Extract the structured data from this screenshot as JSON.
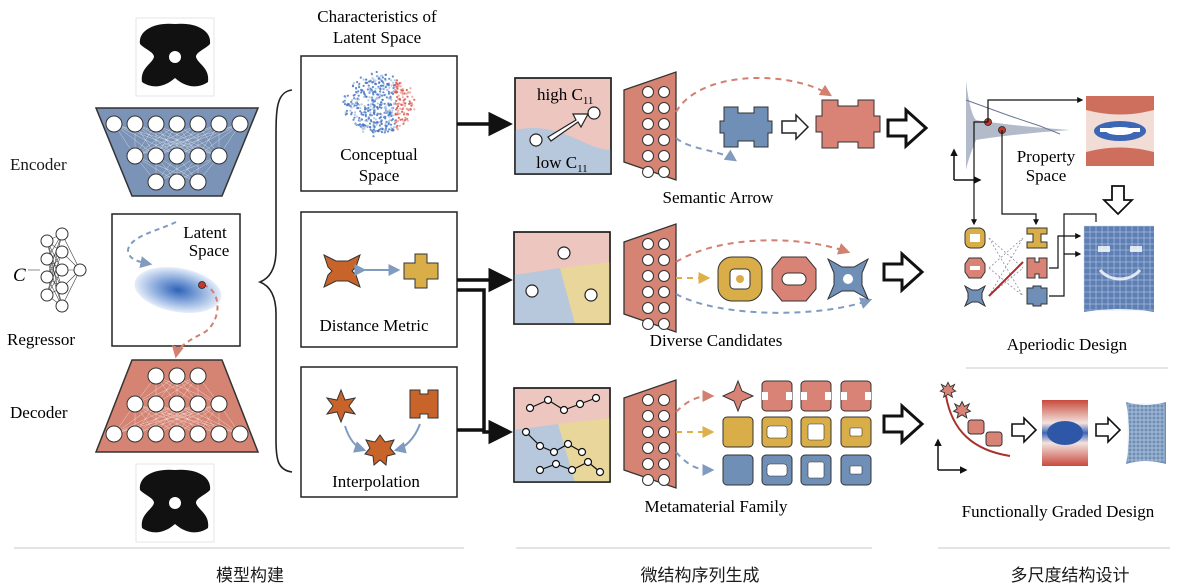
{
  "left_panel": {
    "encoder_label": "Encoder",
    "latent_label_1": "Latent",
    "latent_label_2": "Space",
    "regressor_var": "C",
    "regressor_label": "Regressor",
    "decoder_label": "Decoder"
  },
  "characteristics": {
    "title_line1": "Characteristics of",
    "title_line2": "Latent Space",
    "conceptual_line1": "Conceptual",
    "conceptual_line2": "Space",
    "distance_metric": "Distance Metric",
    "interpolation": "Interpolation"
  },
  "generation": {
    "high_c11": "high C",
    "low_c11": "low C",
    "subscript": "11",
    "semantic_arrow": "Semantic Arrow",
    "diverse_candidates": "Diverse Candidates",
    "metamaterial_family": "Metamaterial Family"
  },
  "design": {
    "property_space_1": "Property",
    "property_space_2": "Space",
    "aperiodic_design": "Aperiodic Design",
    "functionally_graded_design": "Functionally Graded Design"
  },
  "sections": {
    "model_construction": "模型构建",
    "microstructure_generation": "微结构序列生成",
    "multiscale_design": "多尺度结构设计"
  },
  "colors": {
    "encoder_blue": "#7b93b6",
    "decoder_red": "#d58473",
    "latent_pink": "#ecc6bf",
    "latent_blue": "#b7c7dc",
    "latent_yellow": "#e8d69a",
    "orange_shape": "#c8642a",
    "gold_shape": "#d9ad48",
    "blue_shape": "#6f8fb7",
    "red_shape": "#d98377"
  }
}
